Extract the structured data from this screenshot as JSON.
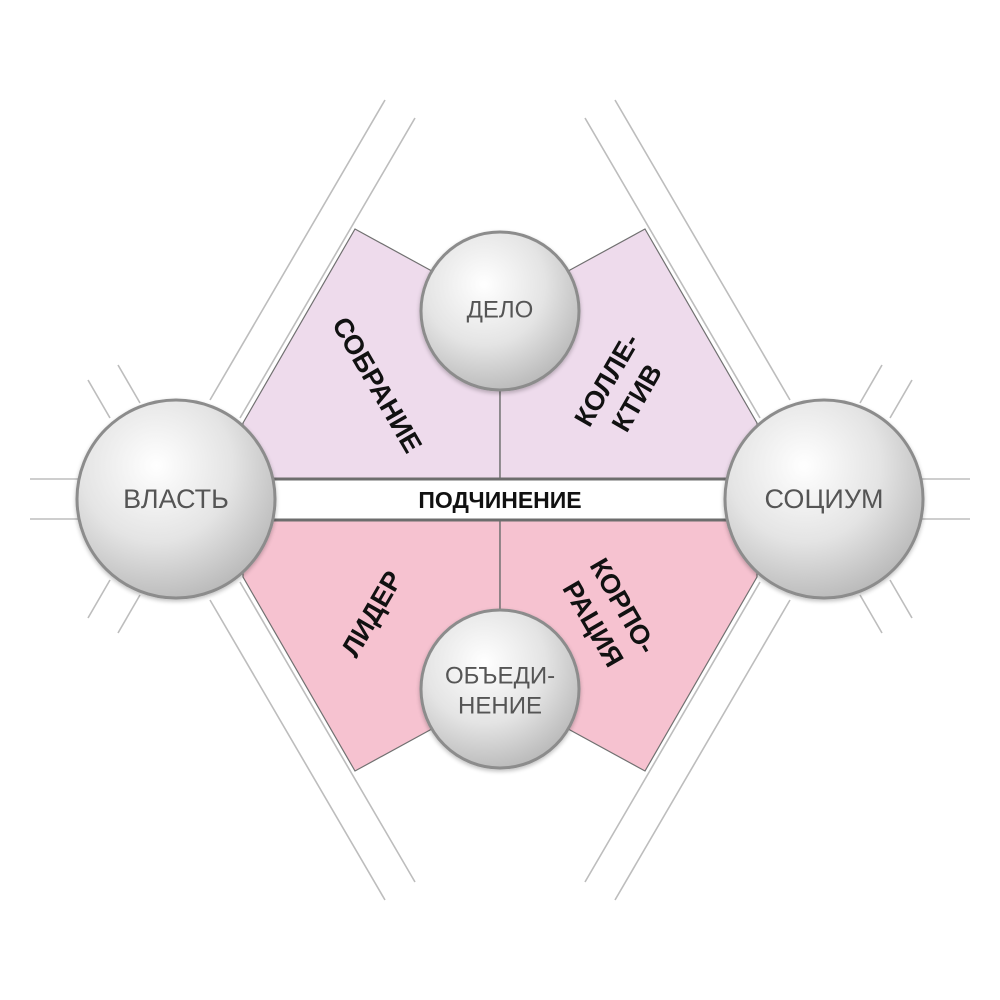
{
  "colors": {
    "upper_region": "#eedbec",
    "lower_region": "#f6c2d0",
    "outline": "#707070",
    "guide_line": "#bdbdbd",
    "band_fill": "#ffffff",
    "band_border": "#6d6d6d",
    "sphere_light": "#ffffff",
    "sphere_dark": "#b9b9b9"
  },
  "nodes": {
    "vlast": "ВЛАСТЬ",
    "socium": "СОЦИУМ",
    "delo": "ДЕЛО",
    "obyedinenie_line1": "ОБЪЕДИ-",
    "obyedinenie_line2": "НЕНИЕ"
  },
  "regions": {
    "sobranie": "СОБРАНИЕ",
    "kollektiv_line1": "КОЛЛЕ-",
    "kollektiv_line2": "КТИВ",
    "lider": "ЛИДЕР",
    "korporatsiya_line1": "КОРПО-",
    "korporatsiya_line2": "РАЦИЯ"
  },
  "band": {
    "label": "ПОДЧИНЕНИЕ"
  }
}
